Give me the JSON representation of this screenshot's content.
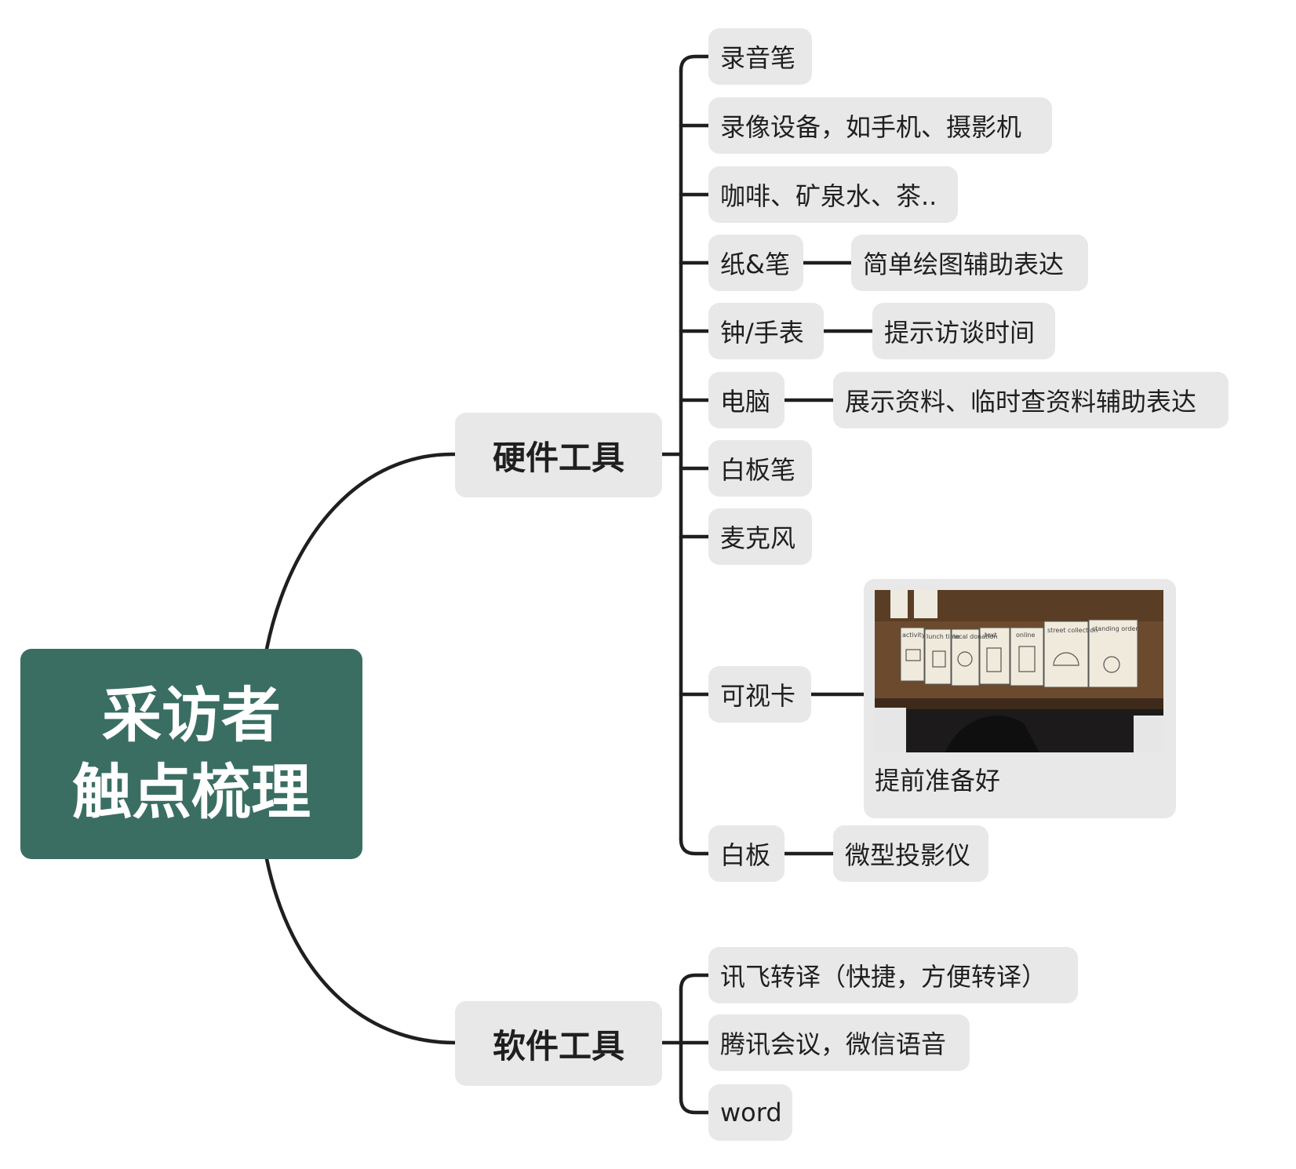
{
  "root": {
    "line1": "采访者",
    "line2": "触点梳理"
  },
  "hardware": {
    "label": "硬件工具",
    "items": {
      "recorder": "录音笔",
      "video": "录像设备，如手机、摄影机",
      "drinks": "咖啡、矿泉水、茶..",
      "paper": "纸&笔",
      "paper_note": "简单绘图辅助表达",
      "clock": "钟/手表",
      "clock_note": "提示访谈时间",
      "computer": "电脑",
      "computer_note": "展示资料、临时查资料辅助表达",
      "whiteboard_pen": "白板笔",
      "microphone": "麦克风",
      "visual_cards": "可视卡",
      "visual_cards_note": "提前准备好",
      "whiteboard": "白板",
      "whiteboard_note": "微型投影仪"
    }
  },
  "software": {
    "label": "软件工具",
    "items": {
      "xunfei": "讯飞转译（快捷，方便转译）",
      "tencent": "腾讯会议，微信语音",
      "word": "word"
    }
  },
  "photo_card_labels": [
    "activity",
    "lunch time",
    "local donation",
    "text",
    "online",
    "street collection",
    "standing order"
  ],
  "colors": {
    "root": "#3a6e63",
    "node": "#e8e8e8",
    "line": "#1f1f1f",
    "photo_wood": "#6b4a2e"
  }
}
